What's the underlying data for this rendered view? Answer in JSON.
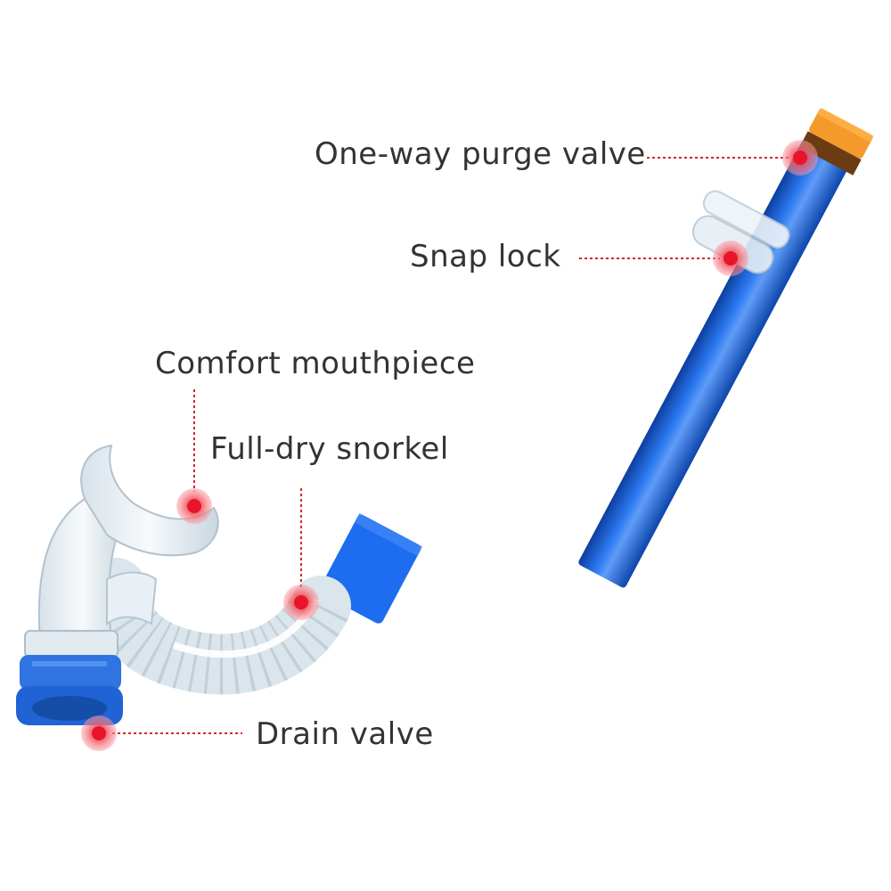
{
  "callouts": {
    "purge_valve": "One-way purge valve",
    "snap_lock": "Snap lock",
    "mouthpiece": "Comfort mouthpiece",
    "full_dry": "Full-dry snorkel",
    "drain_valve": "Drain valve"
  },
  "colors": {
    "tube_blue": "#1f63d4",
    "purge_cap": "#f39a2b",
    "marker_red": "#e8142a",
    "leader_line": "#d8242f",
    "label_text": "#333333"
  }
}
